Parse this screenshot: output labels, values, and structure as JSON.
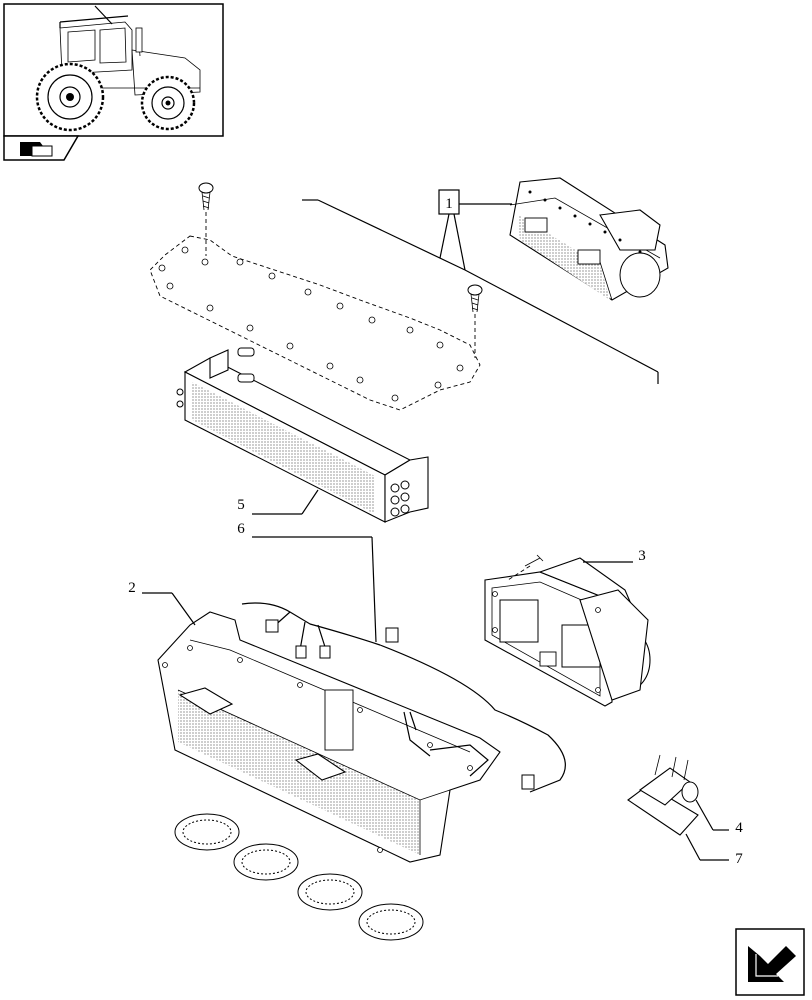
{
  "callouts": [
    {
      "id": "c1",
      "text": "1"
    },
    {
      "id": "c2",
      "text": "2"
    },
    {
      "id": "c3",
      "text": "3"
    },
    {
      "id": "c4",
      "text": "4"
    },
    {
      "id": "c5",
      "text": "5"
    },
    {
      "id": "c6",
      "text": "6"
    },
    {
      "id": "c7",
      "text": "7"
    }
  ],
  "icons": {
    "thumbnail": "tractor-thumbnail-icon",
    "section": "book-arrow-icon",
    "navigation": "next-page-arrow-icon"
  }
}
